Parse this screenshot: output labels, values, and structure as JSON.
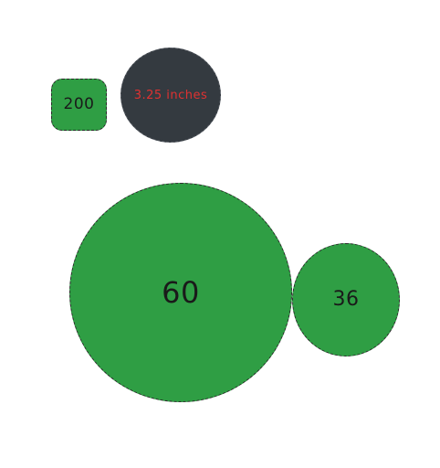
{
  "shapes": {
    "square_200": {
      "label": "200",
      "fill": "#2f9e44",
      "text_color": "#1a1a1a"
    },
    "circle_325": {
      "label": "3.25 inches",
      "fill": "#343a40",
      "text_color": "#e03131"
    },
    "circle_60": {
      "label": "60",
      "fill": "#2f9e44",
      "text_color": "#1a1a1a"
    },
    "circle_36": {
      "label": "36",
      "fill": "#2f9e44",
      "text_color": "#1a1a1a"
    }
  }
}
